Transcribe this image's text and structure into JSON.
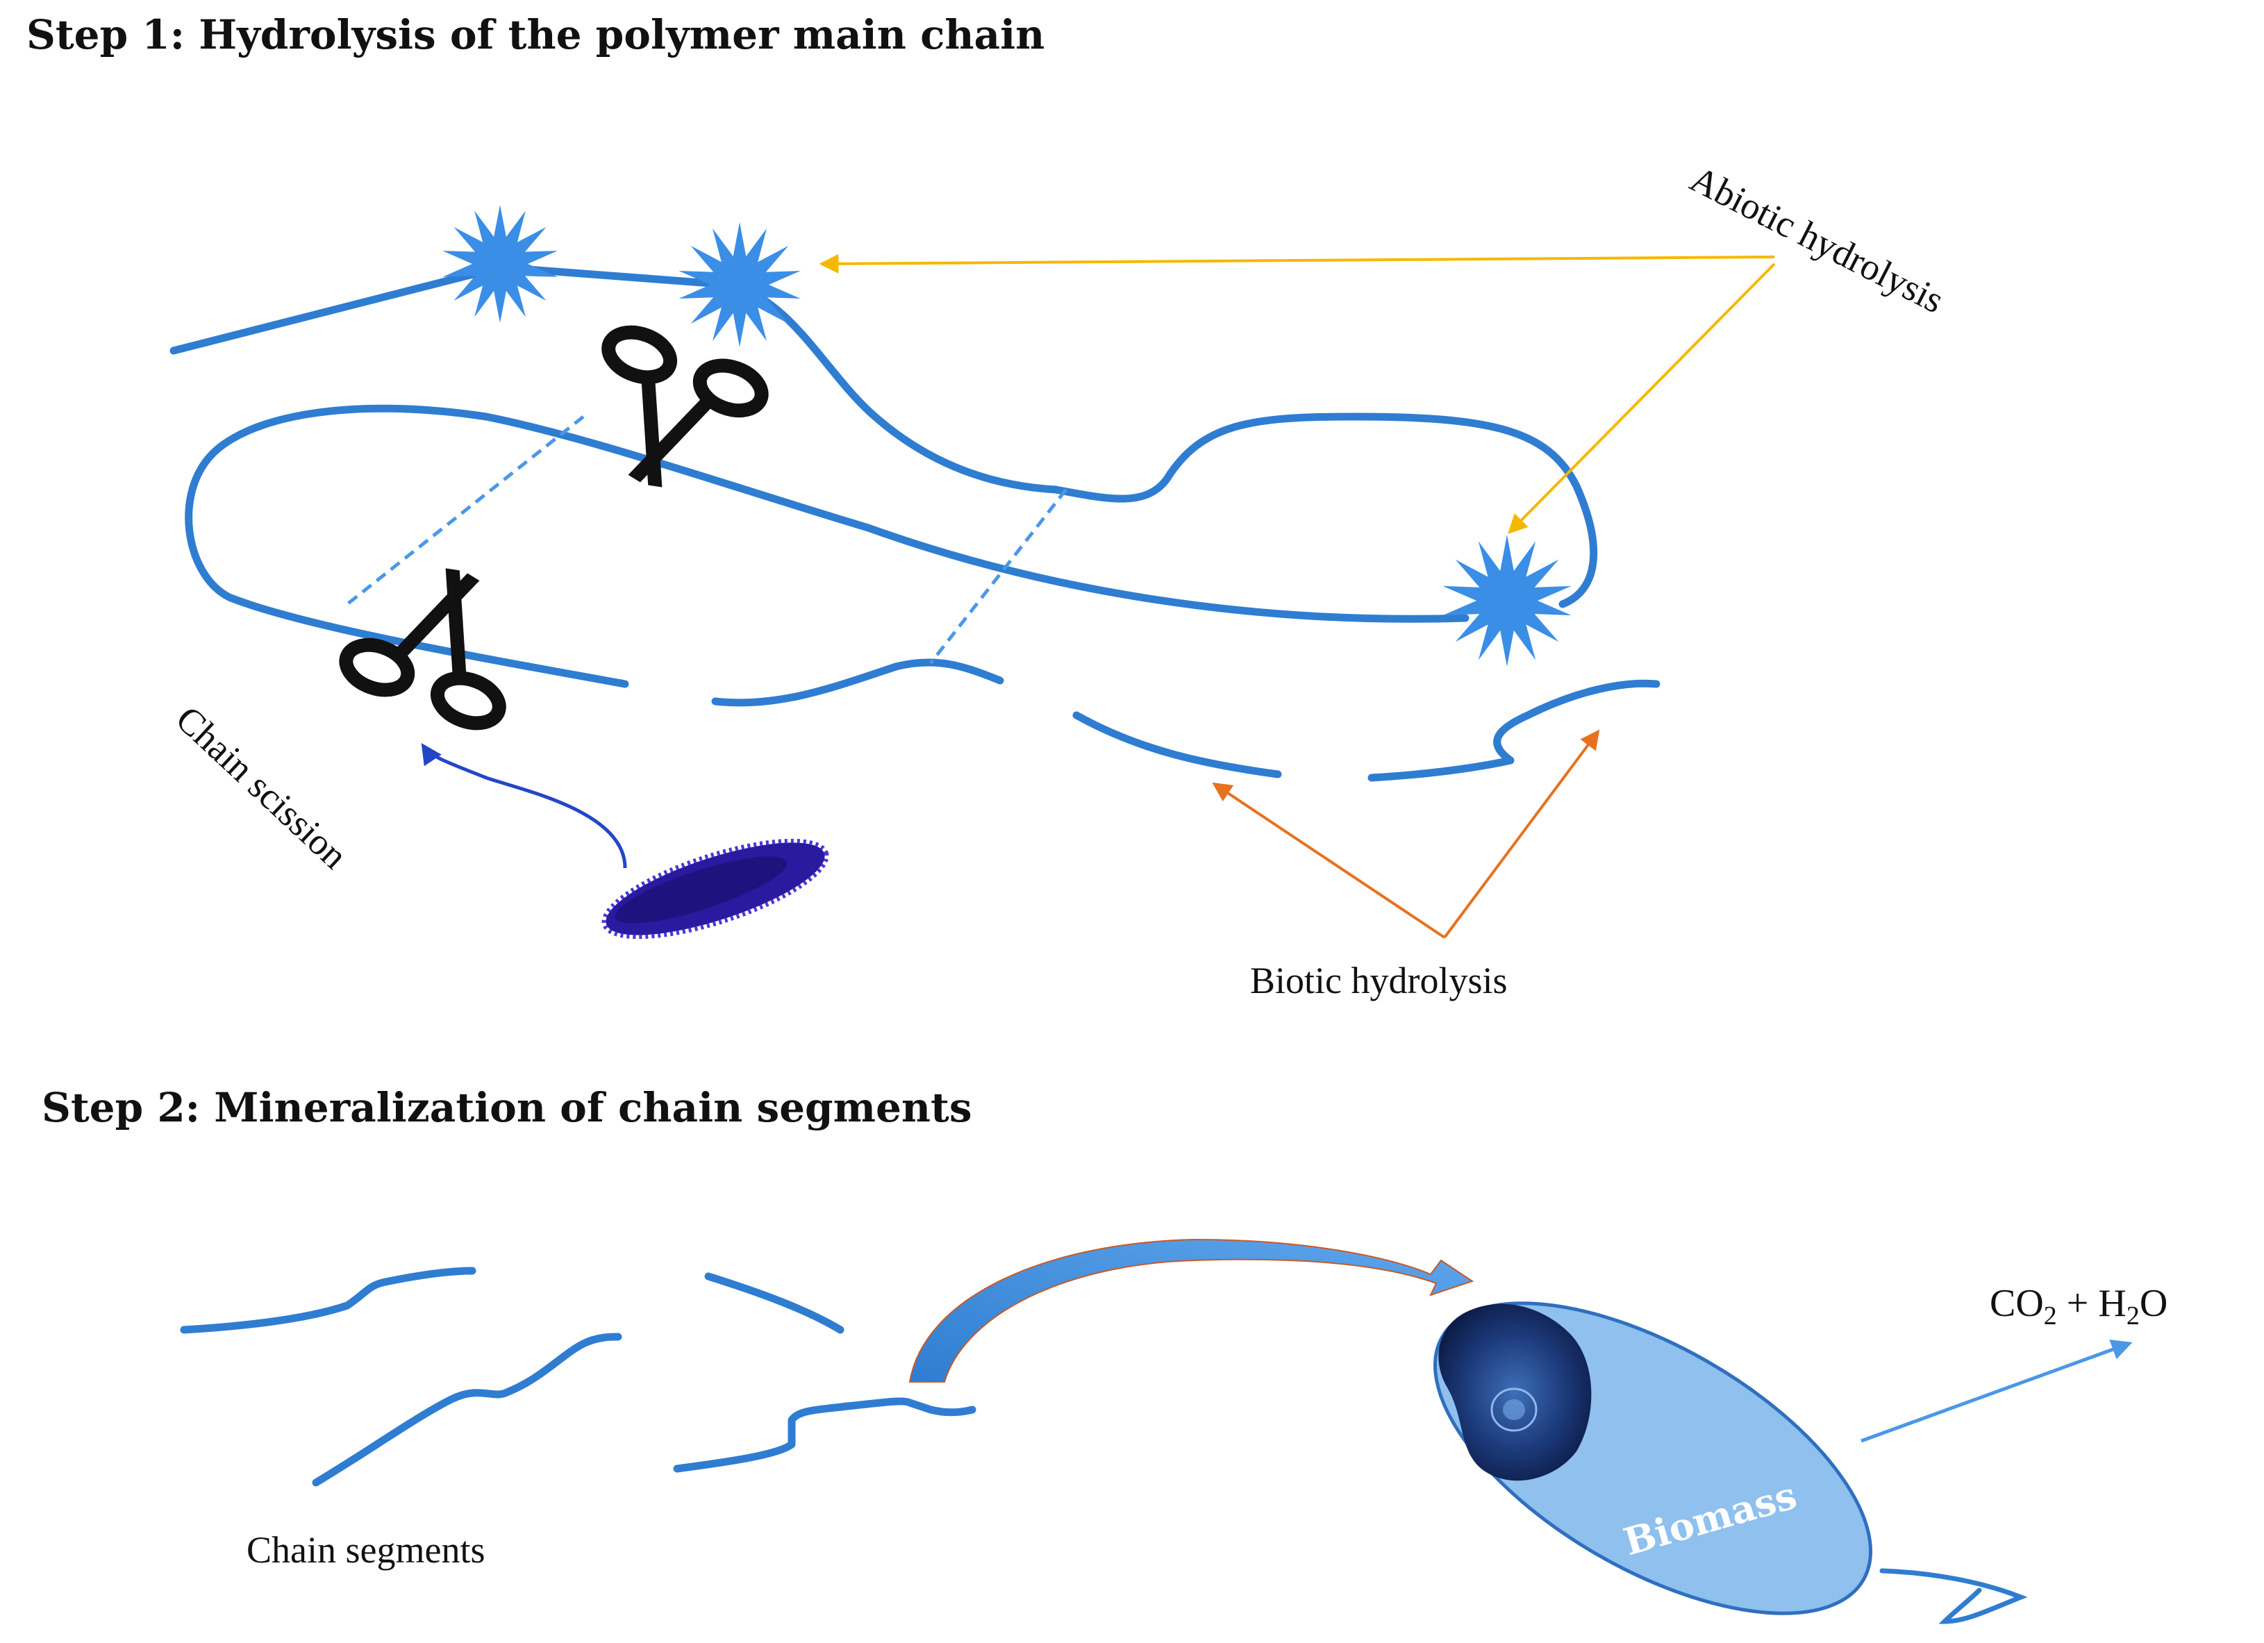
{
  "step1": {
    "title": "Step 1: Hydrolysis of the polymer main chain"
  },
  "step2": {
    "title": "Step 2: Mineralization of chain segments"
  },
  "labels": {
    "abiotic": "Abiotic hydrolysis",
    "biotic": "Biotic hydrolysis",
    "chain_scission": "Chain scission",
    "chain_segments": "Chain segments",
    "biomass": "Biomass",
    "co2": "CO",
    "co2_sub": "2",
    "plus": " + H",
    "h2o_sub": "2",
    "h2o_end": "O"
  },
  "colors": {
    "chain": "#2f7dd1",
    "abiotic_arrow": "#f5b800",
    "biotic_arrow": "#e8711f",
    "microbe_arrow": "#2346c8",
    "starburst": "#3a8ee6",
    "cell_fill": "#8fc0ee",
    "bacterium": "#2a1aa0"
  },
  "icons": [
    "starburst-icon",
    "scissors-icon",
    "bacterium-icon",
    "cell-icon"
  ]
}
